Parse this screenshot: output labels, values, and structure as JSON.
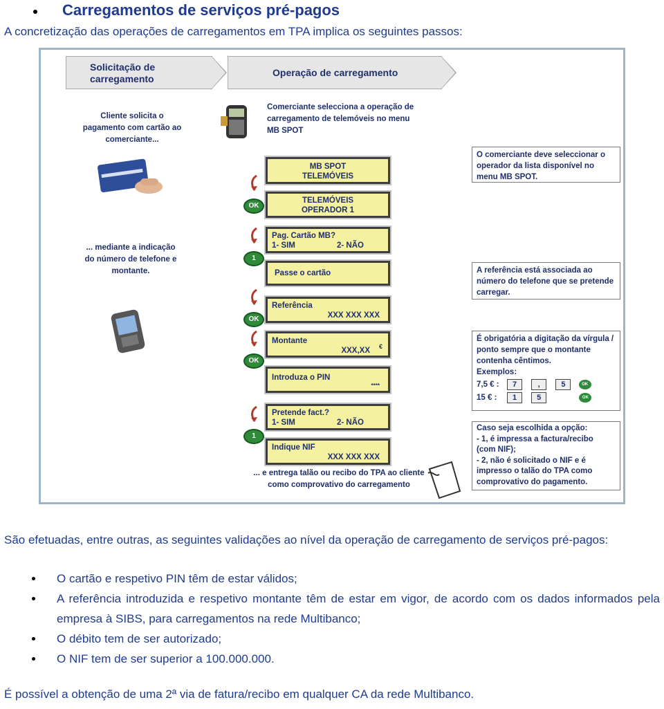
{
  "heading": "Carregamentos de serviços pré-pagos",
  "intro": "A concretização das operações de carregamentos em TPA implica os seguintes passos:",
  "diagram": {
    "header_left_line1": "Solicitação de",
    "header_left_line2": "carregamento",
    "header_right": "Operação de carregamento",
    "note_client": [
      "Cliente solicita o",
      "pagamento com cartão ao",
      "comerciante..."
    ],
    "note_merchant": [
      "Comerciante selecciona a operação de",
      "carregamento de telemóveis no menu",
      "MB SPOT"
    ],
    "note_indication": [
      "... mediante a indicação",
      "do número de telefone e",
      "montante."
    ],
    "note_bottom": [
      "... e entrega talão ou recibo do TPA ao cliente",
      "como comprovativo do carregamento"
    ],
    "screens": [
      {
        "l1": "MB SPOT",
        "l2": "TELEMÓVEIS"
      },
      {
        "l1": "TELEMÓVEIS",
        "l2": "OPERADOR 1"
      },
      {
        "l1": "Pag. Cartão MB?",
        "l2a": "1- SIM",
        "l2b": "2- NÃO"
      },
      {
        "l1": "Passe o cartão"
      },
      {
        "l1": "Referência",
        "l2": "XXX XXX XXX"
      },
      {
        "l1": "Montante",
        "l2": "XXX,XX",
        "unit": "€"
      },
      {
        "l1": "Introduza o PIN",
        "l2": "****"
      },
      {
        "l1": "Pretende fact.?",
        "l2a": "1- SIM",
        "l2b": "2- NÃO"
      },
      {
        "l1": "Indique NIF",
        "l2": "XXX XXX XXX"
      }
    ],
    "keys": [
      "OK",
      "1",
      "OK",
      "OK",
      "1"
    ],
    "info1": "O comerciante deve seleccionar o operador da lista disponível no menu MB SPOT.",
    "info2": "A referência está associada ao número do telefone que se pretende carregar.",
    "info3": {
      "text": "É obrigatória a digitação da vírgula / ponto sempre que o montante contenha cêntimos.",
      "examples_label": "Exemplos:",
      "ex1_label": "7,5 € :",
      "ex1_keys": [
        "7",
        ",",
        "5"
      ],
      "ex2_label": "15 € :",
      "ex2_keys": [
        "1",
        "5"
      ],
      "ok": "OK"
    },
    "info4": [
      "Caso seja escolhida a opção:",
      " - 1, é impressa a factura/recibo",
      "(com NIF);",
      "- 2, não é solicitado o NIF e é",
      "impresso o talão do TPA como",
      "comprovativo do pagamento."
    ]
  },
  "para1": "São efetuadas, entre outras, as seguintes validações ao nível da operação de carregamento de serviços pré-pagos:",
  "bullets": [
    "O cartão e respetivo PIN têm de estar válidos;",
    "A referência introduzida e respetivo montante têm de estar em vigor, de acordo com os dados informados pela empresa à SIBS, para carregamentos na rede Multibanco;",
    "O débito tem de ser autorizado;",
    "O NIF tem de ser superior a 100.000.000."
  ],
  "final": "É possível a obtenção de uma 2ª via de fatura/recibo em qualquer CA da rede Multibanco."
}
